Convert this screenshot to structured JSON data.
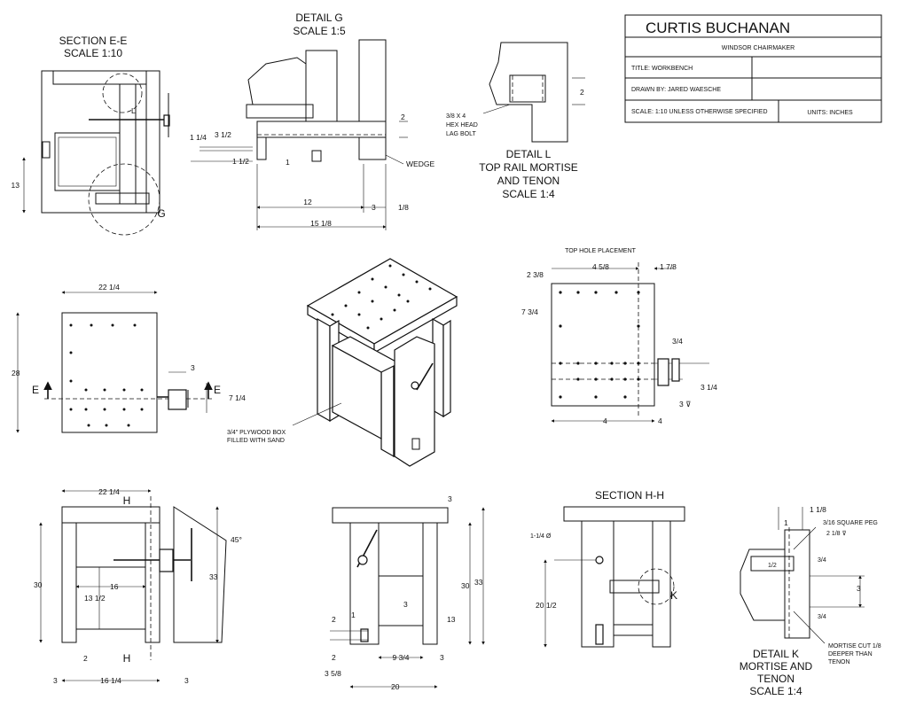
{
  "title_block": {
    "company": "CURTIS BUCHANAN",
    "subtitle": "WINDSOR CHAIRMAKER",
    "title": "TITLE: WORKBENCH",
    "drawn_by": "DRAWN BY: JARED WAESCHE",
    "scale": "SCALE: 1:10 UNLESS OTHERWISE SPECIFIED",
    "units": "UNITS: INCHES"
  },
  "section_ee": {
    "title": "SECTION E-E",
    "scale": "SCALE 1:10",
    "dim_13": "13",
    "callout_l": "L",
    "callout_g": "G"
  },
  "detail_g": {
    "title": "DETAIL  G",
    "scale": "SCALE 1:5",
    "d_3_1_2": "3 1/2",
    "d_1_1_4": "1 1/4",
    "d_2": "2",
    "d_1_1_2": "1 1/2",
    "d_1": "1",
    "wedge": "WEDGE",
    "d_12": "12",
    "d_3": "3",
    "d_1_8": "1/8",
    "d_15_1_8": "15 1/8"
  },
  "detail_l": {
    "bolt_1": "3/8 X 4",
    "bolt_2": "HEX HEAD",
    "bolt_3": "LAG BOLT",
    "d_2": "2",
    "title_1": "DETAIL  L",
    "title_2": "TOP RAIL MORTISE",
    "title_3": "AND TENON",
    "scale": "SCALE 1:4"
  },
  "top_plan": {
    "d_22_1_4": "22 1/4",
    "d_28": "28",
    "d_3": "3",
    "d_7_1_4": "7 1/4",
    "e_left": "E",
    "e_right": "E"
  },
  "iso": {
    "box_1": "3/4\" PLYWOOD BOX",
    "box_2": "FILLED WITH SAND"
  },
  "hole_placement": {
    "title": "TOP HOLE PLACEMENT",
    "d_2_3_8": "2 3/8",
    "d_4_5_8": "4 5/8",
    "d_1_7_8": "1 7/8",
    "d_7_3_4": "7 3/4",
    "d_3_4": "3/4",
    "d_3_1_4": "3 1/4",
    "d_3_depth": "3 ⊽",
    "d_4a": "4",
    "d_4b": "4"
  },
  "front_view": {
    "d_22_1_4": "22 1/4",
    "h_top": "H",
    "h_bottom": "H",
    "angle": "45°",
    "d_16": "16",
    "d_13_1_2": "13 1/2",
    "d_30": "30",
    "d_33": "33",
    "d_2": "2",
    "d_3_left": "3",
    "d_16_1_4": "16 1/4",
    "d_3_right": "3"
  },
  "side_view": {
    "d_3_top": "3",
    "d_30": "30",
    "d_33": "33",
    "d_3_mid": "3",
    "d_13": "13",
    "d_2a": "2",
    "d_1": "1",
    "d_2b": "2",
    "d_9_3_4": "9 3/4",
    "d_3_bot": "3",
    "d_3_5_8": "3 5/8",
    "d_20": "20"
  },
  "section_hh": {
    "title": "SECTION H-H",
    "hole": "1-1/4 Ø",
    "d_20_1_2": "20 1/2",
    "callout_k": "K"
  },
  "detail_k": {
    "d_1_1_8": "1 1/8",
    "d_1": "1",
    "peg": "3/16 SQUARE PEG",
    "peg_depth": "2 1/8 ⊽",
    "d_3_4a": "3/4",
    "d_1_2": "1/2",
    "d_3": "3",
    "d_3_4b": "3/4",
    "mortise_1": "MORTISE CUT 1/8",
    "mortise_2": "DEEPER THAN",
    "mortise_3": "TENON",
    "title_1": "DETAIL  K",
    "title_2": "MORTISE AND",
    "title_3": "TENON",
    "scale": "SCALE 1:4"
  }
}
